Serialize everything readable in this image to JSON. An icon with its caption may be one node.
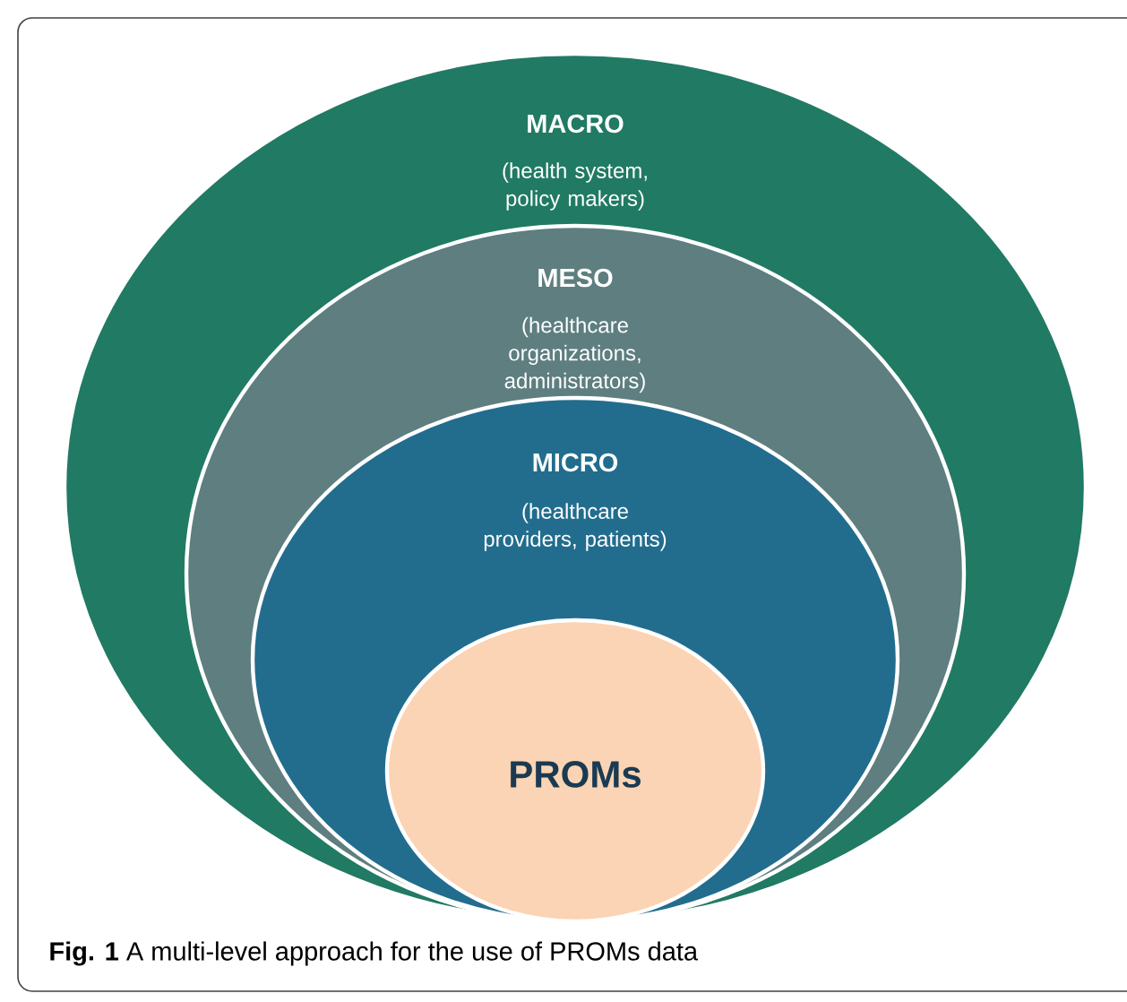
{
  "diagram": {
    "caption": "**Fig. 1** A multi-level approach for the use of PROMs data",
    "nodes": [
      {
        "text": [
          "MACRO",
          "(health system, policy makers)"
        ]
      },
      {
        "text": [
          "MESO",
          "(healthcare organizations, administrators)"
        ],
        "in": 0
      },
      {
        "text": [
          "MICRO",
          "(healthcare providers, patients)"
        ],
        "in": 1
      },
      {
        "text": [
          "PROMs"
        ],
        "in": 2
      }
    ]
  }
}
